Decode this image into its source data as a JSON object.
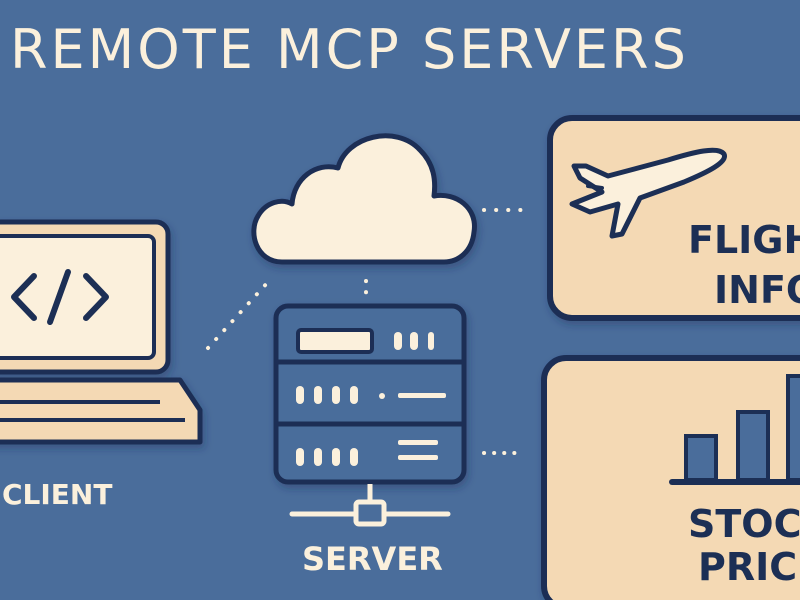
{
  "title": "REMOTE MCP SERVERS",
  "client": {
    "label": "CLIENT",
    "screen_glyph": "</>"
  },
  "server": {
    "label": "SERVER"
  },
  "cards": {
    "flight": {
      "line1": "FLIGH",
      "line2": "INFO",
      "icon": "airplane-icon"
    },
    "stock": {
      "line1": "STOC",
      "line2": "PRIC",
      "icon": "bar-chart-icon"
    }
  },
  "colors": {
    "background": "#4a6d9b",
    "cream": "#fbf0dc",
    "peach": "#f4d9b4",
    "outline": "#1c2f55"
  }
}
